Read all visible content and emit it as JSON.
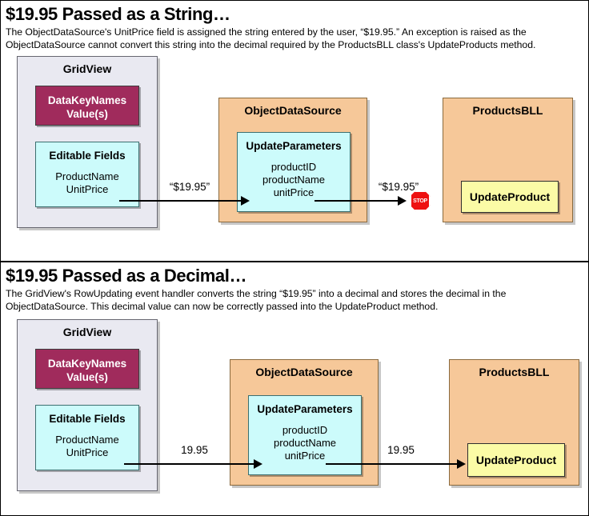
{
  "panels": [
    {
      "title": "$19.95 Passed as a String…",
      "description": "The ObjectDataSource's UnitPrice field is assigned the string entered by the user, “$19.95.” An exception is raised as the ObjectDataSource cannot convert this string into the decimal required by the ProductsBLL class's UpdateProducts method.",
      "gridview": {
        "title": "GridView",
        "keys_line1": "DataKeyNames",
        "keys_line2": "Value(s)",
        "fields_title": "Editable Fields",
        "field1": "ProductName",
        "field2": "UnitPrice"
      },
      "ods": {
        "title": "ObjectDataSource",
        "params_title": "UpdateParameters",
        "param1": "productID",
        "param2": "productName",
        "param3": "unitPrice"
      },
      "bll": {
        "title": "ProductsBLL",
        "method": "UpdateProduct"
      },
      "arrow1_label": "“$19.95”",
      "arrow2_label": "“$19.95”",
      "stop_label": "STOP",
      "has_stop": true
    },
    {
      "title": "$19.95 Passed as a Decimal…",
      "description": "The GridView's RowUpdating event handler converts the string “$19.95” into a decimal and stores the decimal in the ObjectDataSource. This decimal value can now be correctly passed into the UpdateProduct method.",
      "gridview": {
        "title": "GridView",
        "keys_line1": "DataKeyNames",
        "keys_line2": "Value(s)",
        "fields_title": "Editable Fields",
        "field1": "ProductName",
        "field2": "UnitPrice"
      },
      "ods": {
        "title": "ObjectDataSource",
        "params_title": "UpdateParameters",
        "param1": "productID",
        "param2": "productName",
        "param3": "unitPrice"
      },
      "bll": {
        "title": "ProductsBLL",
        "method": "UpdateProduct"
      },
      "arrow1_label": "19.95",
      "arrow2_label": "19.95",
      "stop_label": "",
      "has_stop": false
    }
  ],
  "colors": {
    "gridview_bg": "#e9e9f1",
    "ods_bg": "#f6c899",
    "bll_bg": "#f6c899",
    "keys_bg": "#a02b5c",
    "cyan_bg": "#ccfbfb",
    "yellow_bg": "#fbfba6",
    "stop_red": "#ee1111",
    "line": "#000000"
  }
}
